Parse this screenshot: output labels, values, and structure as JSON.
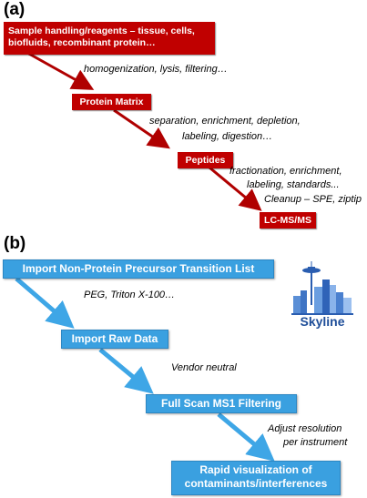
{
  "panel_a": {
    "label": "(a)",
    "box_sample": "Sample handling/reagents – tissue, cells, biofluids, recombinant protein…",
    "note_1": "homogenization, lysis, filtering…",
    "box_matrix": "Protein Matrix",
    "note_2_line1": "separation, enrichment, depletion,",
    "note_2_line2": "labeling, digestion…",
    "box_peptides": "Peptides",
    "note_3_line1": "fractionation, enrichment,",
    "note_3_line2": "labeling, standards...",
    "note_3_line3": "Cleanup – SPE, ziptip",
    "box_lcms": "LC-MS/MS"
  },
  "panel_b": {
    "label": "(b)",
    "box_import_list": "Import Non-Protein Precursor Transition List",
    "note_1": "PEG, Triton X-100…",
    "box_raw": "Import Raw Data",
    "note_2": "Vendor neutral",
    "box_fullscan": "Full Scan MS1 Filtering",
    "note_3_line1": "Adjust resolution",
    "note_3_line2": "per instrument",
    "box_rapid_line1": "Rapid visualization of",
    "box_rapid_line2": "contaminants/interferences",
    "logo_text": "Skyline"
  },
  "colors": {
    "red_box": "#c00000",
    "red_arrow": "#b00000",
    "blue_box": "#3aa0e0",
    "blue_arrow": "#3ea6e6",
    "logo_text": "#1f4e99"
  }
}
